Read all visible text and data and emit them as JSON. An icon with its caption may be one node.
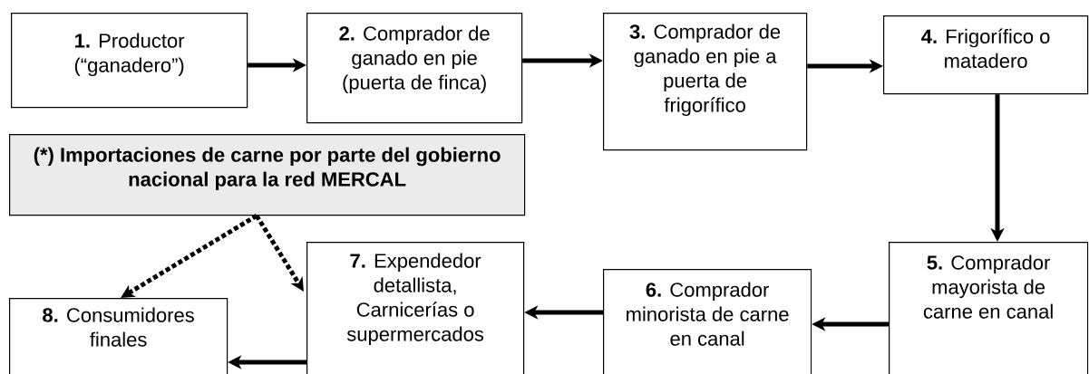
{
  "diagram": {
    "nodes": [
      {
        "text": [
          "**1.** Productor (“ganadero”)"
        ]
      },
      {
        "text": [
          "**2.** Comprador de ganado en pie (puerta de finca)"
        ]
      },
      {
        "text": [
          "**3.** Comprador de ganado en pie a puerta de frigorífico"
        ]
      },
      {
        "text": [
          "**4.** Frigorífico o matadero"
        ]
      },
      {
        "text": [
          "(*) Importaciones de carne por parte del gobierno nacional para la red MERCAL"
        ]
      },
      {
        "text": [
          "**5.** Comprador mayorista de carne en canal"
        ]
      },
      {
        "text": [
          "**6.** Comprador minorista de carne en canal"
        ]
      },
      {
        "text": [
          "**7.** Expendedor detallista, Carnicerías o supermercados"
        ]
      },
      {
        "text": [
          "**8.** Consumidores finales"
        ]
      }
    ],
    "edges": [
      {
        "from": 0,
        "to": 1,
        "arrow": "to"
      },
      {
        "from": 1,
        "to": 2,
        "arrow": "to"
      },
      {
        "from": 2,
        "to": 3,
        "arrow": "to"
      },
      {
        "from": 3,
        "to": 5,
        "arrow": "to"
      },
      {
        "from": 5,
        "to": 6,
        "arrow": "to"
      },
      {
        "from": 6,
        "to": 7,
        "arrow": "to"
      },
      {
        "from": 7,
        "to": 8,
        "arrow": "to"
      },
      {
        "from": 4,
        "to": 8,
        "arrow": "to",
        "style": "dashed"
      },
      {
        "from": 4,
        "to": 7,
        "arrow": "to",
        "style": "dashed"
      }
    ]
  }
}
